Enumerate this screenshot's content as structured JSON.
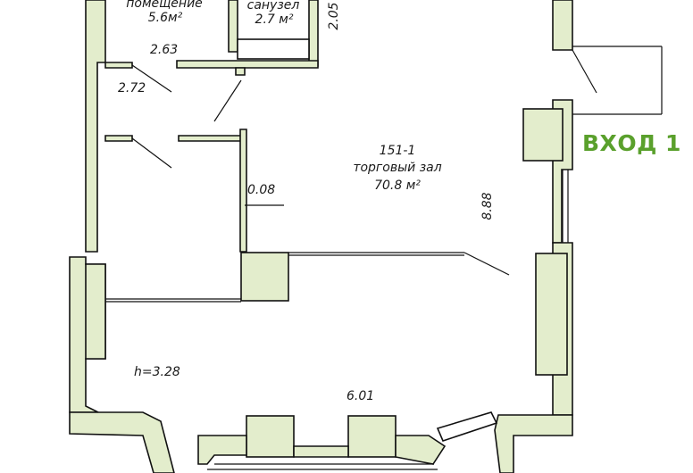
{
  "rooms": {
    "storage": {
      "name": "помещение",
      "area": "5.6м²"
    },
    "bathroom": {
      "name": "санузел",
      "area": "2.7 м²"
    },
    "hall": {
      "code": "151-1",
      "name": "торговый зал",
      "area": "70.8 м²"
    }
  },
  "dimensions": {
    "d205": "2.05",
    "d263": "2.63",
    "d272": "2.72",
    "d008": "0.08",
    "d888": "8.88",
    "d601": "6.01",
    "height": "h=3.28"
  },
  "entrance": "ВХОД 1",
  "colors": {
    "wall_fill": "#e3edcc",
    "wall_stroke": "#111111",
    "entrance_text": "#5aa02c"
  }
}
